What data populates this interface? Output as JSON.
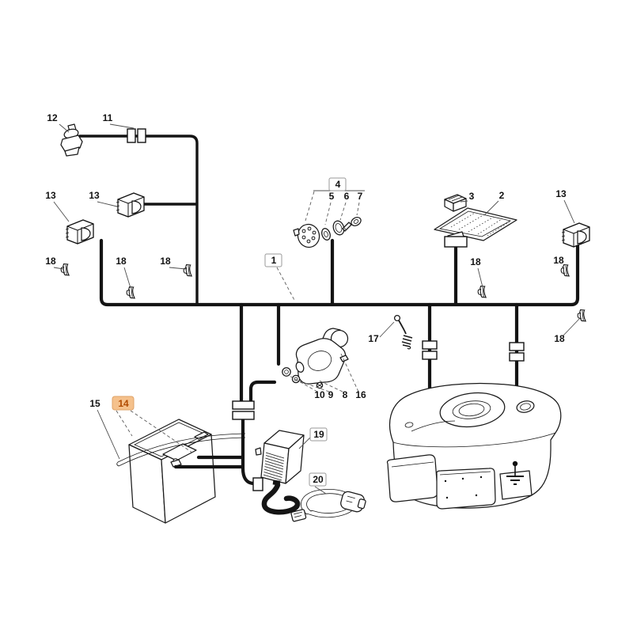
{
  "diagram": {
    "kind": "electrical-parts-wiring-diagram",
    "background_color": "#ffffff",
    "line_color": "#141414",
    "highlight": {
      "num": "14",
      "bg_color": "#f5c18c",
      "border_color": "#dfa368",
      "text_color": "#b04a00"
    }
  },
  "callouts": {
    "c12": {
      "num": "12",
      "part": "sensor-switch"
    },
    "c11": {
      "num": "11",
      "part": "inline-connector"
    },
    "c13a": {
      "num": "13",
      "part": "rocker-switch"
    },
    "c13b": {
      "num": "13",
      "part": "rocker-switch"
    },
    "c13c": {
      "num": "13",
      "part": "rocker-switch"
    },
    "c18a": {
      "num": "18",
      "part": "cable-clip"
    },
    "c18b": {
      "num": "18",
      "part": "cable-clip"
    },
    "c18c": {
      "num": "18",
      "part": "cable-clip"
    },
    "c18d": {
      "num": "18",
      "part": "cable-clip"
    },
    "c18e": {
      "num": "18",
      "part": "cable-clip"
    },
    "c18f": {
      "num": "18",
      "part": "cable-clip"
    },
    "c1": {
      "num": "1",
      "part": "wiring-harness"
    },
    "c4": {
      "num": "4",
      "part": "key-switch-kit"
    },
    "c5": {
      "num": "5",
      "part": "washer"
    },
    "c6": {
      "num": "6",
      "part": "ring-nut"
    },
    "c7": {
      "num": "7",
      "part": "key"
    },
    "c3": {
      "num": "3",
      "part": "connector-block"
    },
    "c2": {
      "num": "2",
      "part": "circuit-board"
    },
    "c17": {
      "num": "17",
      "part": "lead-wire"
    },
    "c10": {
      "num": "10",
      "part": "washer"
    },
    "c9": {
      "num": "9",
      "part": "washer"
    },
    "c8": {
      "num": "8",
      "part": "starter-solenoid"
    },
    "c16": {
      "num": "16",
      "part": "protective-cap"
    },
    "c15": {
      "num": "15",
      "part": "battery-strap"
    },
    "c14": {
      "num": "14",
      "part": "battery"
    },
    "c19": {
      "num": "19",
      "part": "battery-charger"
    },
    "c20": {
      "num": "20",
      "part": "mains-cable"
    }
  }
}
